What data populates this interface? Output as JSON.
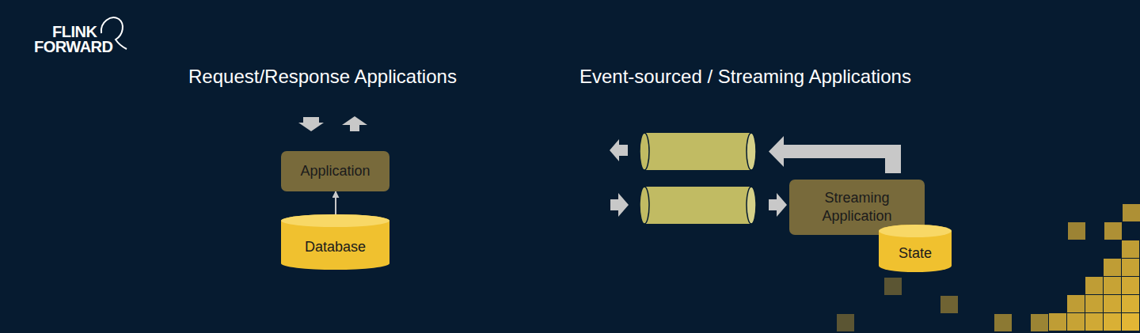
{
  "diagram": {
    "nodes": [
      {
        "text": [
          "Application"
        ]
      },
      {
        "text": [
          "Database"
        ]
      },
      {
        "text": [
          "Streaming Application"
        ]
      },
      {
        "text": [
          "State"
        ]
      }
    ],
    "edges": [
      {
        "from": 1,
        "to": 0,
        "arrow": "to"
      }
    ],
    "labels": [
      "FLINK",
      "FORWARD",
      "Request/Response Applications",
      "Event-sourced / Streaming Applications"
    ]
  }
}
